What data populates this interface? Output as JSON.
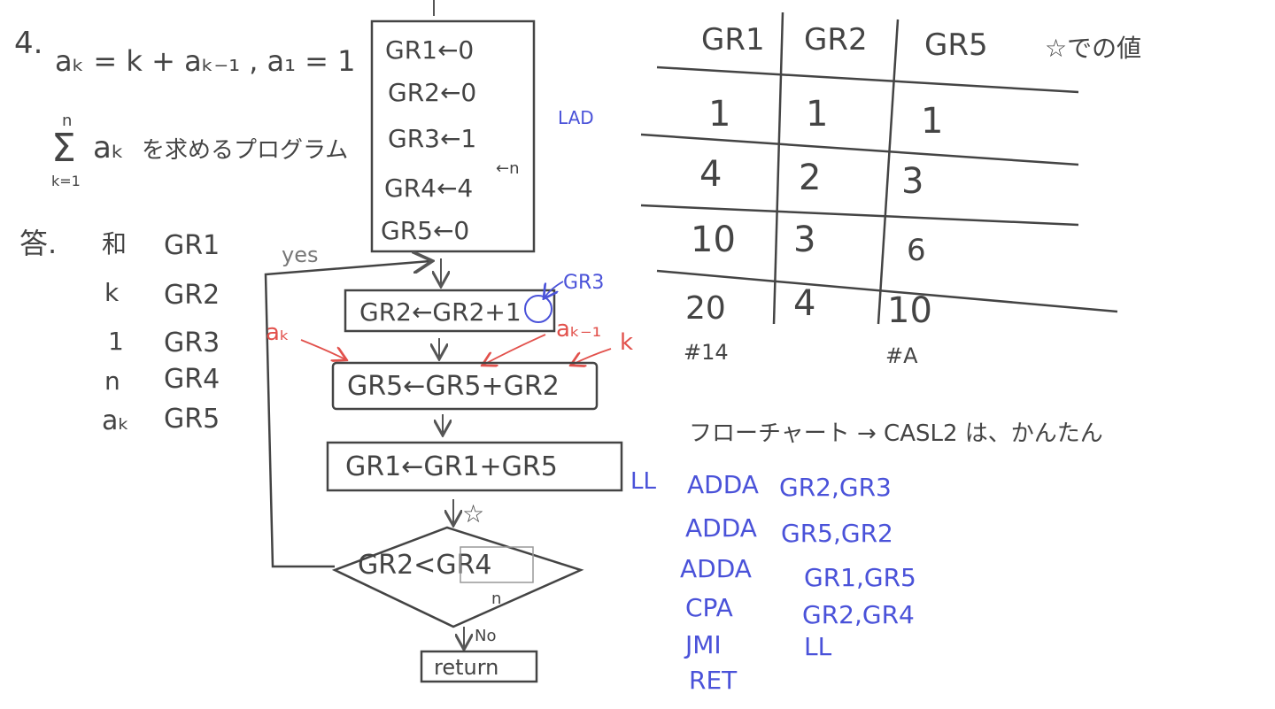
{
  "problem": {
    "number": "4.",
    "recurrence": "aₖ = k + aₖ₋₁ , a₁ = 1",
    "sum_symbol": "Σ",
    "sum_upper": "n",
    "sum_lower": "k=1",
    "sum_term": "aₖ",
    "sum_text": "を求めるプログラム"
  },
  "answer": {
    "label": "答.",
    "rows": [
      {
        "name": "和",
        "reg": "GR1"
      },
      {
        "name": "k",
        "reg": "GR2"
      },
      {
        "name": "1",
        "reg": "GR3"
      },
      {
        "name": "n",
        "reg": "GR4"
      },
      {
        "name": "aₖ",
        "reg": "GR5"
      }
    ]
  },
  "flowchart": {
    "init": [
      "GR1←0",
      "GR2←0",
      "GR3←1",
      "GR4←4",
      "GR5←0"
    ],
    "init_note": "←n",
    "lad": "LAD",
    "step1": "GR2←GR2+1",
    "step2": "GR5←GR5+GR2",
    "step3": "GR1←GR1+GR5",
    "cond": "GR2<GR4",
    "yes": "yes",
    "no": "No",
    "n_note": "n",
    "star": "☆",
    "end": "return",
    "ll": "LL"
  },
  "annotations": {
    "gr3": "GR3",
    "ak": "aₖ",
    "ak1": "aₖ₋₁",
    "k": "k"
  },
  "table": {
    "headers": [
      "GR1",
      "GR2",
      "GR5"
    ],
    "note": "☆での値",
    "rows": [
      [
        "1",
        "1",
        "1"
      ],
      [
        "4",
        "2",
        "3"
      ],
      [
        "10",
        "3",
        "6"
      ],
      [
        "20",
        "4",
        "10"
      ]
    ],
    "hex": [
      "#14",
      "#A"
    ]
  },
  "casl": {
    "note": "フローチャート → CASL2 は、かんたん",
    "lines": [
      {
        "op": "ADDA",
        "args": "GR2,GR3"
      },
      {
        "op": "ADDA",
        "args": "GR5,GR2"
      },
      {
        "op": "ADDA",
        "args": "GR1,GR5"
      },
      {
        "op": "CPA",
        "args": "GR2,GR4"
      },
      {
        "op": "JMI",
        "args": "LL"
      },
      {
        "op": "RET",
        "args": ""
      }
    ]
  }
}
